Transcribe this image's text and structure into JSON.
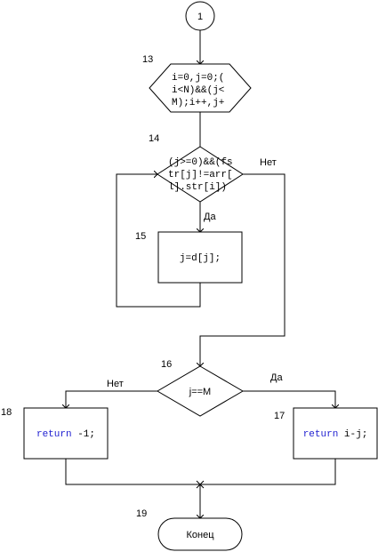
{
  "connector": {
    "label": "1"
  },
  "numbers": {
    "n13": "13",
    "n14": "14",
    "n15": "15",
    "n16": "16",
    "n17": "17",
    "n18": "18",
    "n19": "19"
  },
  "loop_block": {
    "lines": [
      "i=0,j=0;(",
      "i<N)&&(j<",
      "M);i++,j+"
    ]
  },
  "condition1": {
    "lines": [
      "(j>=0)&&(fs",
      "tr[j]!=arr[",
      "l].str[i])"
    ],
    "yes": "Да",
    "no": "Нет"
  },
  "process1": {
    "text": "j=d[j];"
  },
  "condition2": {
    "text": "j==M",
    "yes": "Да",
    "no": "Нет"
  },
  "return_left": {
    "keyword": "return",
    "rest": " -1;"
  },
  "return_right": {
    "keyword": "return",
    "rest": " i-j;"
  },
  "end": {
    "label": "Конец"
  }
}
